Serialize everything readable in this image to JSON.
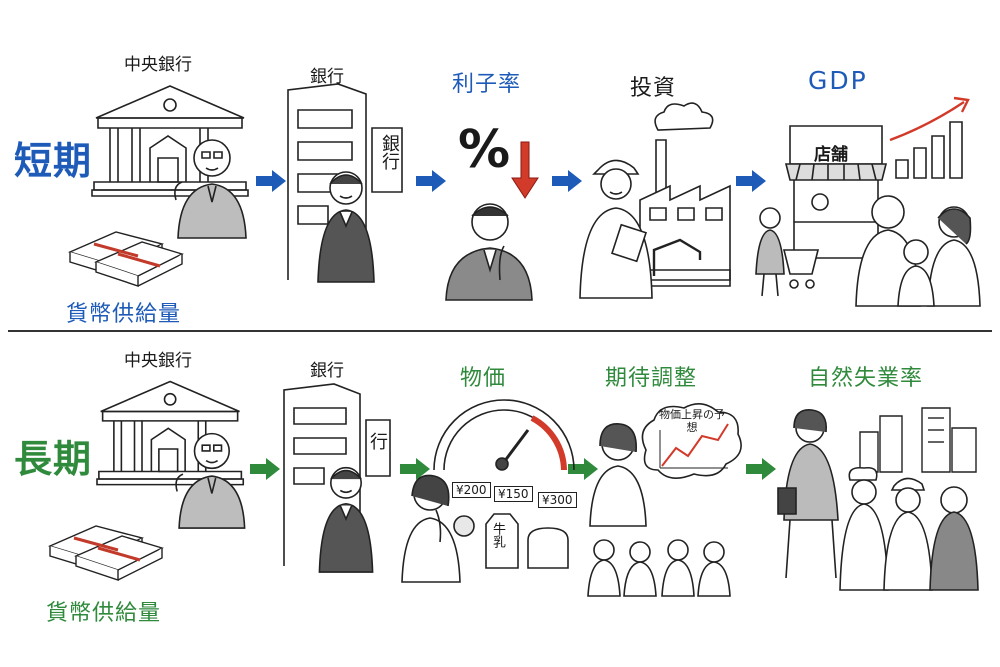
{
  "short_term": {
    "label": "短期",
    "central_bank": "中央銀行",
    "money_supply": "貨幣供給量",
    "bank": "銀行",
    "bank_sign": "銀行",
    "interest_rate": "利子率",
    "interest_symbol": "%",
    "investment": "投資",
    "gdp": "GDP",
    "shop_sign": "店舗"
  },
  "long_term": {
    "label": "長期",
    "central_bank": "中央銀行",
    "money_supply": "貨幣供給量",
    "bank": "銀行",
    "bank_sign": "行",
    "price_level": "物価",
    "price_tags": [
      "¥200",
      "¥150",
      "¥300"
    ],
    "milk_label": "牛乳",
    "expectation_adjustment": "期待調整",
    "thought_text": "物価上昇の予想",
    "natural_unemployment": "自然失業率"
  },
  "colors": {
    "short_accent": "#1e5bb8",
    "long_accent": "#2f8a3c",
    "down_arrow": "#d23a2a",
    "up_arrow": "#d23a2a"
  }
}
